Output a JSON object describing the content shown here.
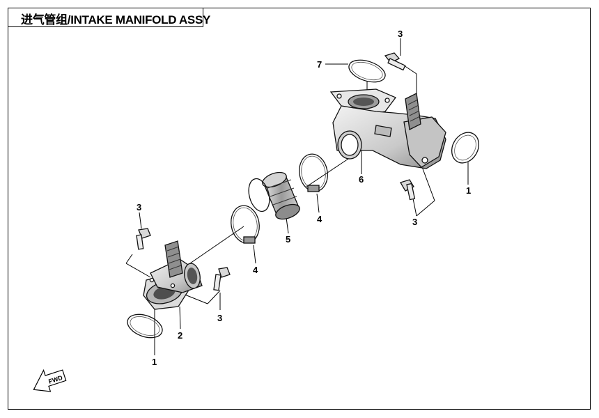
{
  "title": "进气管组/INTAKE MANIFOLD ASSY",
  "fwd_label": "FWD",
  "callouts": [
    {
      "id": "gasket-right",
      "text": "1"
    },
    {
      "id": "gasket-left",
      "text": "1"
    },
    {
      "id": "throttle-adapter",
      "text": "2"
    },
    {
      "id": "bolt-top-right",
      "text": "3"
    },
    {
      "id": "bolt-bottom-right",
      "text": "3"
    },
    {
      "id": "bolt-left-upper",
      "text": "3"
    },
    {
      "id": "bolt-left-lower",
      "text": "3"
    },
    {
      "id": "clamp-right",
      "text": "4"
    },
    {
      "id": "clamp-left",
      "text": "4"
    },
    {
      "id": "hose",
      "text": "5"
    },
    {
      "id": "manifold",
      "text": "6"
    },
    {
      "id": "oring",
      "text": "7"
    }
  ],
  "colors": {
    "line": "#000000",
    "background": "#ffffff",
    "shade": "#bdbdbd",
    "dark": "#555555"
  }
}
